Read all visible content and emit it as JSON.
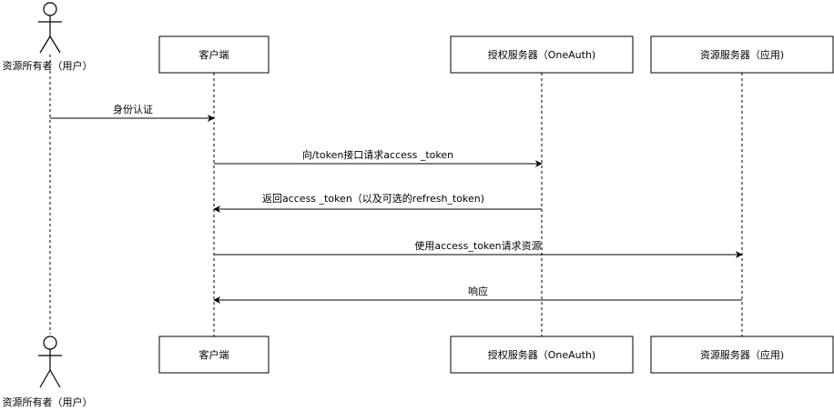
{
  "participants": {
    "owner": {
      "label": "资源所有者（用户）"
    },
    "client": {
      "label": "客户端"
    },
    "auth_server": {
      "label": "授权服务器（OneAuth)"
    },
    "resource_server": {
      "label": "资源服务器（应用)"
    }
  },
  "messages": [
    {
      "from": "owner",
      "to": "client",
      "label": "身份认证"
    },
    {
      "from": "client",
      "to": "auth_server",
      "label": "向/token接口请求access _token"
    },
    {
      "from": "auth_server",
      "to": "client",
      "label": "返回access _token（以及可选的refresh_token)"
    },
    {
      "from": "client",
      "to": "resource_server",
      "label": "使用access_token请求资源"
    },
    {
      "from": "resource_server",
      "to": "client",
      "label": "响应"
    }
  ]
}
